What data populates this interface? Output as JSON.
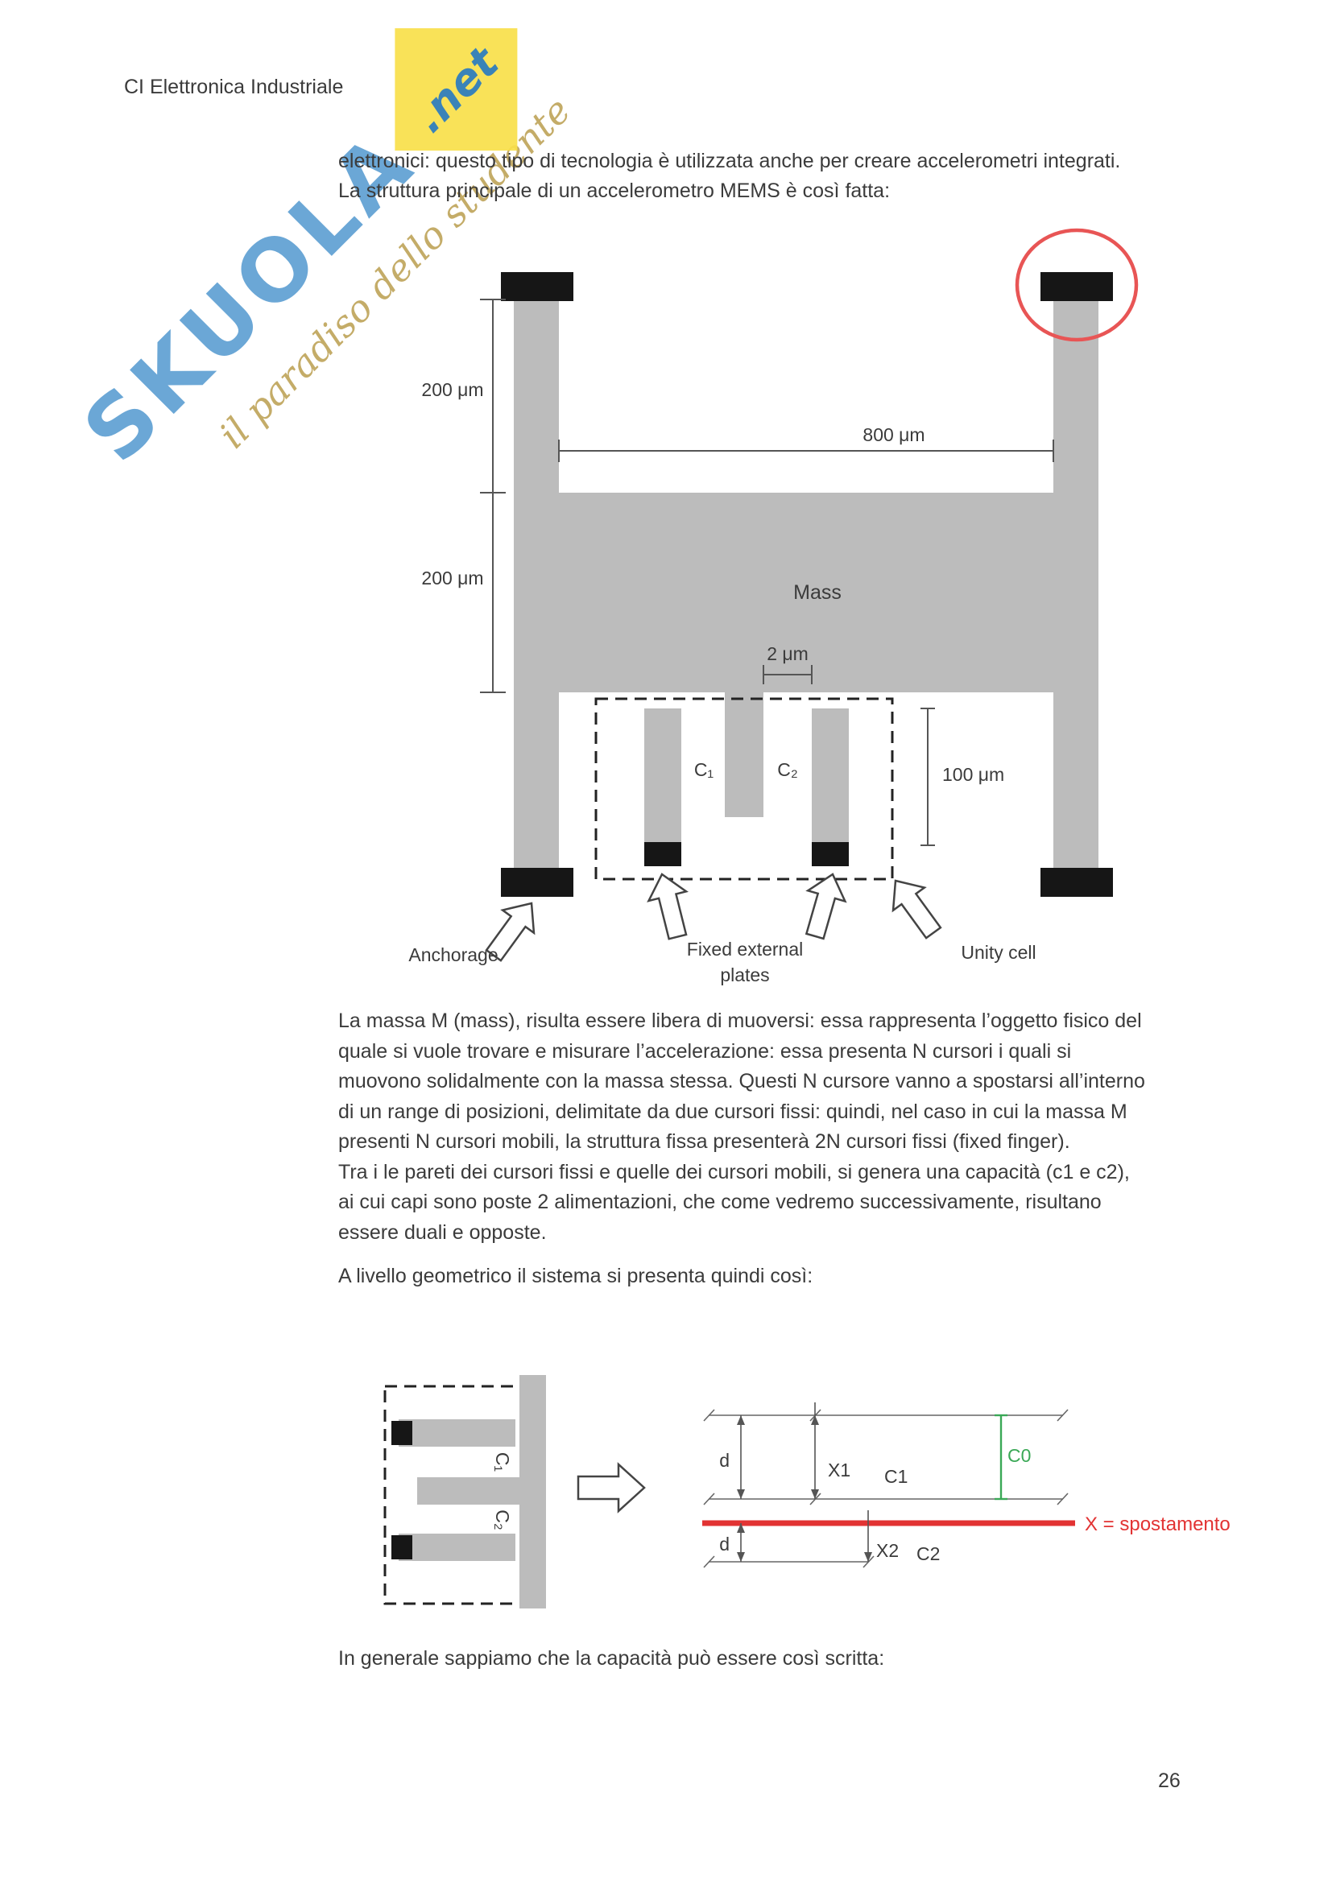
{
  "header": {
    "title": "CI Elettronica Industriale"
  },
  "watermark": {
    "brand": "SKUOLA",
    "net": ".net",
    "tagline": "il paradiso dello studente"
  },
  "intro": "elettronici: questo tipo di tecnologia è utilizzata anche per creare accelerometri integrati. La struttura principale di un accelerometro MEMS è così fatta:",
  "diagram1": {
    "dim_200_top": "200 μm",
    "dim_200_bottom": "200 μm",
    "dim_800": "800 μm",
    "dim_2": "2 μm",
    "dim_100": "100 μm",
    "mass": "Mass",
    "c1": "C₁",
    "c2": "C₂",
    "anchorage": "Anchorage",
    "fixed_plates_1": "Fixed external",
    "fixed_plates_2": "plates",
    "unity_cell": "Unity cell"
  },
  "paragraphs": {
    "p1": "La massa M (mass), risulta essere libera di muoversi: essa rappresenta l’oggetto fisico del quale si vuole trovare e misurare l’accelerazione: essa presenta N cursori i quali si muovono solidalmente con la massa stessa. Questi N cursore vanno a spostarsi all’interno di un range di posizioni, delimitate da due cursori fissi: quindi, nel caso in cui la massa M presenti N cursori mobili, la struttura fissa presenterà 2N cursori fissi (fixed finger).",
    "p2": "Tra i le pareti dei cursori fissi e quelle dei cursori mobili, si genera una capacità (c1 e c2), ai cui capi sono poste 2 alimentazioni, che come vedremo successivamente, risultano essere duali e opposte.",
    "p3": "A livello geometrico il sistema si presenta quindi così:",
    "p4": "In generale sappiamo che la capacità può essere così scritta:"
  },
  "diagram2": {
    "c1_side": "C₁",
    "c2_side": "C₂",
    "d_top": "d",
    "d_bottom": "d",
    "x1": "X1",
    "c1": "C1",
    "c0": "C0",
    "x2": "X2",
    "c2": "C2",
    "spostamento": "X = spostamento"
  },
  "page_number": "26",
  "colors": {
    "highlight_red": "#e85555",
    "displacement_red": "#e23333",
    "dimension_green": "#3aa856",
    "watermark_blue": "#3a8ac8",
    "watermark_yellow": "#f8e04a",
    "tagline_gold": "#ba9d4e",
    "structure_gray": "#bcbcbc"
  }
}
